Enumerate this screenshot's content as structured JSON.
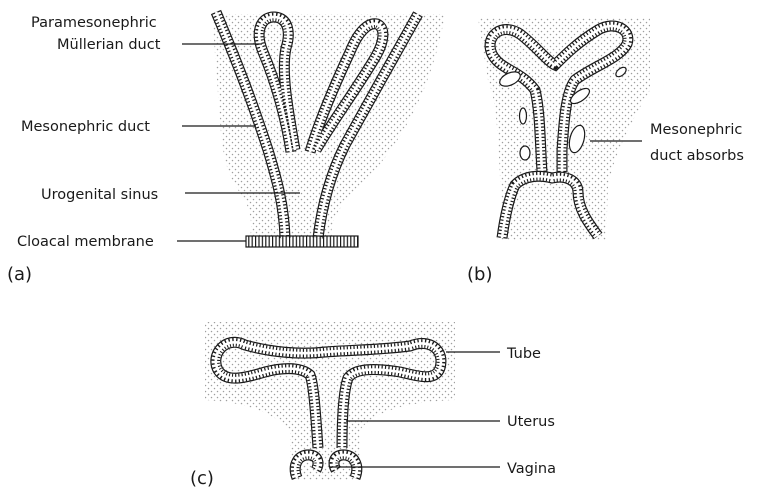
{
  "figure": {
    "panels": {
      "a": {
        "tag": "(a)",
        "labels": {
          "paramesonephric_line1": "Paramesonephric",
          "paramesonephric_line2": "Müllerian duct",
          "mesonephric": "Mesonephric duct",
          "urogenital": "Urogenital sinus",
          "cloacal": "Cloacal membrane"
        }
      },
      "b": {
        "tag": "(b)",
        "labels": {
          "absorbs_line1": "Mesonephric",
          "absorbs_line2": "duct absorbs"
        }
      },
      "c": {
        "tag": "(c)",
        "labels": {
          "tube": "Tube",
          "uterus": "Uterus",
          "vagina": "Vagina"
        }
      }
    }
  },
  "colors": {
    "ink": "#1a1a1a",
    "tissue_stipple": "#9e9e9e",
    "background": "#ffffff"
  }
}
